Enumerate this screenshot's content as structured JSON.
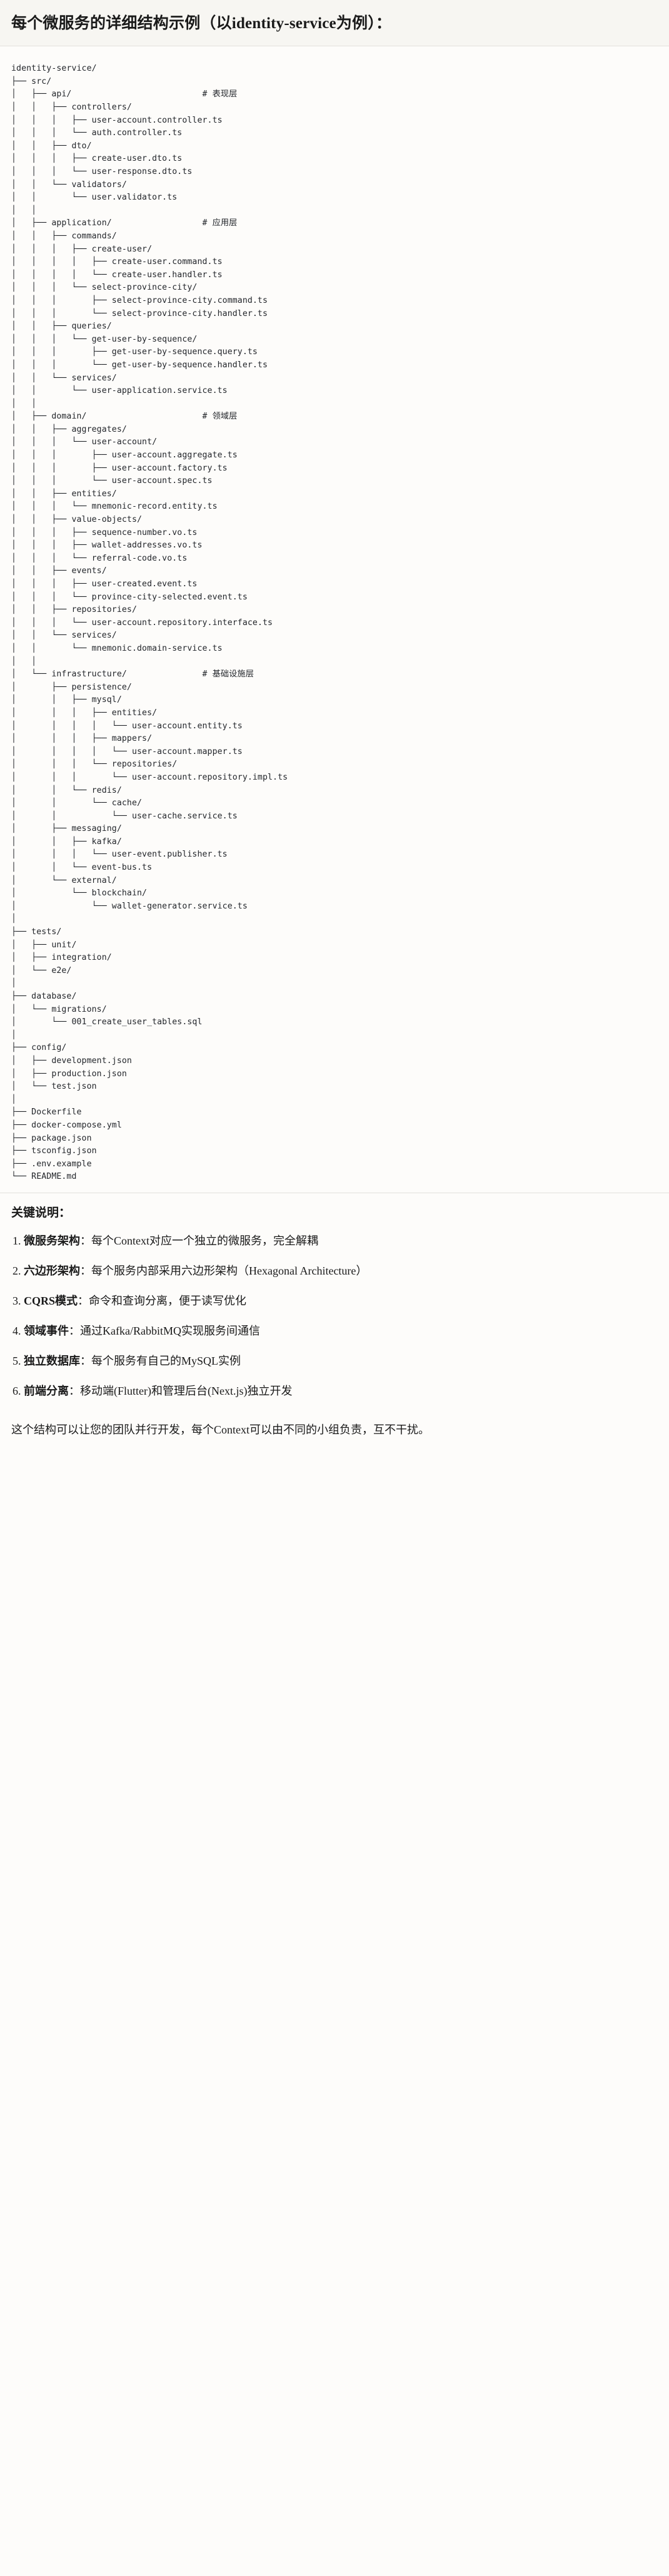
{
  "header": {
    "title": "每个微服务的详细结构示例（以identity-service为例）："
  },
  "tree": {
    "root": "identity-service/",
    "text": "identity-service/\n├── src/\n│   ├── api/                          # 表现层\n│   │   ├── controllers/\n│   │   │   ├── user-account.controller.ts\n│   │   │   └── auth.controller.ts\n│   │   ├── dto/\n│   │   │   ├── create-user.dto.ts\n│   │   │   └── user-response.dto.ts\n│   │   └── validators/\n│   │       └── user.validator.ts\n│   │\n│   ├── application/                  # 应用层\n│   │   ├── commands/\n│   │   │   ├── create-user/\n│   │   │   │   ├── create-user.command.ts\n│   │   │   │   └── create-user.handler.ts\n│   │   │   └── select-province-city/\n│   │   │       ├── select-province-city.command.ts\n│   │   │       └── select-province-city.handler.ts\n│   │   ├── queries/\n│   │   │   └── get-user-by-sequence/\n│   │   │       ├── get-user-by-sequence.query.ts\n│   │   │       └── get-user-by-sequence.handler.ts\n│   │   └── services/\n│   │       └── user-application.service.ts\n│   │\n│   ├── domain/                       # 领域层\n│   │   ├── aggregates/\n│   │   │   └── user-account/\n│   │   │       ├── user-account.aggregate.ts\n│   │   │       ├── user-account.factory.ts\n│   │   │       └── user-account.spec.ts\n│   │   ├── entities/\n│   │   │   └── mnemonic-record.entity.ts\n│   │   ├── value-objects/\n│   │   │   ├── sequence-number.vo.ts\n│   │   │   ├── wallet-addresses.vo.ts\n│   │   │   └── referral-code.vo.ts\n│   │   ├── events/\n│   │   │   ├── user-created.event.ts\n│   │   │   └── province-city-selected.event.ts\n│   │   ├── repositories/\n│   │   │   └── user-account.repository.interface.ts\n│   │   └── services/\n│   │       └── mnemonic.domain-service.ts\n│   │\n│   └── infrastructure/               # 基础设施层\n│       ├── persistence/\n│       │   ├── mysql/\n│       │   │   ├── entities/\n│       │   │   │   └── user-account.entity.ts\n│       │   │   ├── mappers/\n│       │   │   │   └── user-account.mapper.ts\n│       │   │   └── repositories/\n│       │   │       └── user-account.repository.impl.ts\n│       │   └── redis/\n│       │       └── cache/\n│       │           └── user-cache.service.ts\n│       ├── messaging/\n│       │   ├── kafka/\n│       │   │   └── user-event.publisher.ts\n│       │   └── event-bus.ts\n│       └── external/\n│           └── blockchain/\n│               └── wallet-generator.service.ts\n│\n├── tests/\n│   ├── unit/\n│   ├── integration/\n│   └── e2e/\n│\n├── database/\n│   └── migrations/\n│       └── 001_create_user_tables.sql\n│\n├── config/\n│   ├── development.json\n│   ├── production.json\n│   └── test.json\n│\n├── Dockerfile\n├── docker-compose.yml\n├── package.json\n├── tsconfig.json\n├── .env.example\n└── README.md",
    "comments": [
      "# 表现层",
      "# 应用层",
      "# 领域层",
      "# 基础设施层"
    ]
  },
  "keypoints": {
    "heading": "关键说明：",
    "items": [
      {
        "term": "微服务架构",
        "sep": "：",
        "desc": "每个Context对应一个独立的微服务，完全解耦"
      },
      {
        "term": "六边形架构",
        "sep": "：",
        "desc": "每个服务内部采用六边形架构（Hexagonal Architecture）"
      },
      {
        "term": "CQRS模式",
        "sep": "：",
        "desc": "命令和查询分离，便于读写优化"
      },
      {
        "term": "领域事件",
        "sep": "：",
        "desc": "通过Kafka/RabbitMQ实现服务间通信"
      },
      {
        "term": "独立数据库",
        "sep": "：",
        "desc": "每个服务有自己的MySQL实例"
      },
      {
        "term": "前端分离",
        "sep": "：",
        "desc": "移动端(Flutter)和管理后台(Next.js)独立开发"
      }
    ],
    "closing": "这个结构可以让您的团队并行开发，每个Context可以由不同的小组负责，互不干扰。"
  }
}
